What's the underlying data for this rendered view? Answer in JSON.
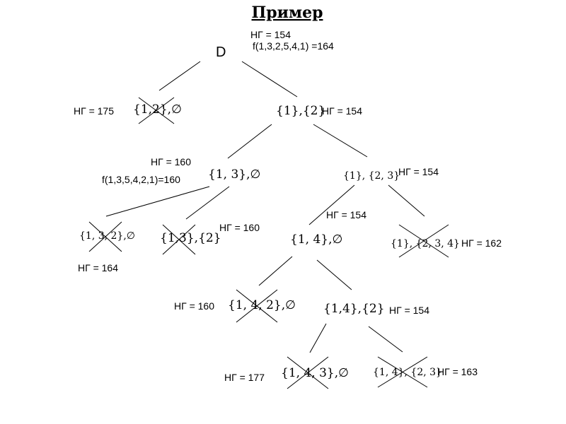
{
  "title": "Пример",
  "root": {
    "label": "D",
    "ng": "НГ = 154",
    "f": "f(1,3,2,5,4,1) =164"
  },
  "nodes": {
    "n12_empty": {
      "set": "{1,2},∅",
      "ng": "НГ = 175",
      "crossed": true
    },
    "n1_2": {
      "set": "{1},{2}",
      "ng": "НГ = 154"
    },
    "n13_empty": {
      "set": "{1, 3},∅",
      "ng": "НГ = 160",
      "f": "f(1,3,5,4,2,1)=160"
    },
    "n1_23": {
      "set": "{1}, {2, 3}",
      "ng": "НГ = 154"
    },
    "n132_empty": {
      "set": "{1, 3, 2},∅",
      "ng": "НГ = 164",
      "crossed": true
    },
    "n13_2": {
      "set": "{1,3},{2}",
      "ng": "НГ = 160",
      "crossed": true
    },
    "n14_empty": {
      "set": "{1, 4},∅",
      "ng": "НГ = 154"
    },
    "n1_234": {
      "set": "{1}, {2, 3, 4}",
      "ng": "НГ = 162",
      "crossed": true
    },
    "n142_empty": {
      "set": "{1, 4, 2},∅",
      "ng": "НГ = 160",
      "crossed": true
    },
    "n14_2": {
      "set": "{1,4},{2}",
      "ng": "НГ = 154"
    },
    "n143_empty": {
      "set": "{1, 4, 3},∅",
      "ng": "НГ = 177",
      "crossed": true
    },
    "n14_23": {
      "set": "{1, 4}, {2, 3}",
      "ng": "НГ = 163",
      "crossed": true
    }
  }
}
